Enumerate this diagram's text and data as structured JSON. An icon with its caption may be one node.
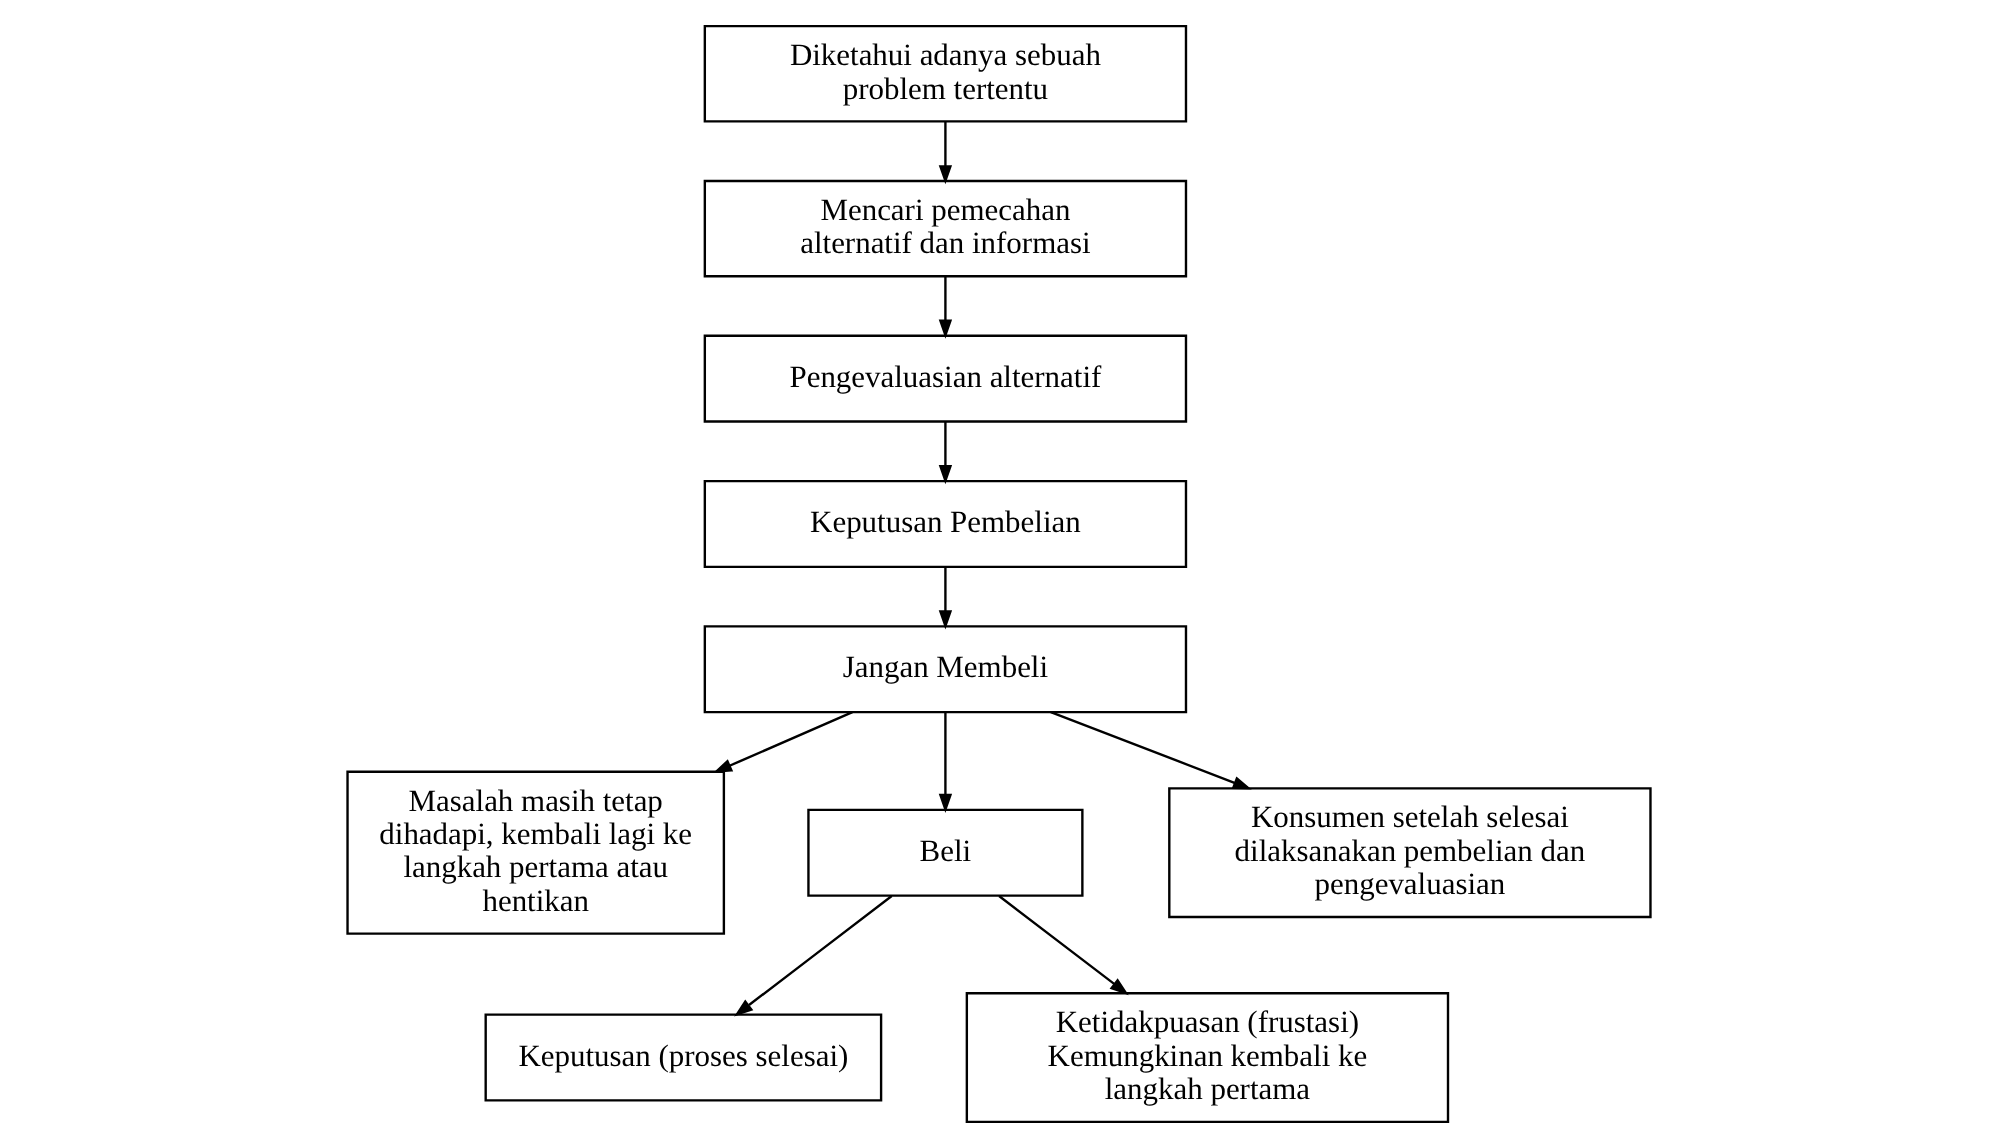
{
  "diagram": {
    "nodes": [
      {
        "text": [
          "Diketahui adanya sebuah problem tertentu"
        ]
      },
      {
        "text": [
          "Mencari pemecahan alternatif dan informasi"
        ]
      },
      {
        "text": [
          "Pengevaluasian alternatif"
        ]
      },
      {
        "text": [
          "Keputusan Pembelian"
        ]
      },
      {
        "text": [
          "Jangan Membeli"
        ]
      },
      {
        "text": [
          "Masalah masih tetap dihadapi, kembali lagi ke langkah pertama atau hentikan"
        ]
      },
      {
        "text": [
          "Beli"
        ]
      },
      {
        "text": [
          "Konsumen setelah selesai dilaksanakan pembelian dan pengevaluasian"
        ]
      },
      {
        "text": [
          "Keputusan (proses selesai)"
        ]
      },
      {
        "text": [
          "Ketidakpuasan (frustasi) Kemungkinan kembali ke langkah pertama"
        ]
      }
    ],
    "edges": [
      {
        "from": 0,
        "to": 1,
        "arrow": "to"
      },
      {
        "from": 1,
        "to": 2,
        "arrow": "to"
      },
      {
        "from": 2,
        "to": 3,
        "arrow": "to"
      },
      {
        "from": 3,
        "to": 4,
        "arrow": "to"
      },
      {
        "from": 4,
        "to": 6,
        "arrow": "to"
      },
      {
        "from": 4,
        "to": 5,
        "arrow": "to"
      },
      {
        "from": 4,
        "to": 7,
        "arrow": "to"
      },
      {
        "from": 6,
        "to": 8,
        "arrow": "to"
      },
      {
        "from": 6,
        "to": 9,
        "arrow": "to"
      }
    ]
  }
}
